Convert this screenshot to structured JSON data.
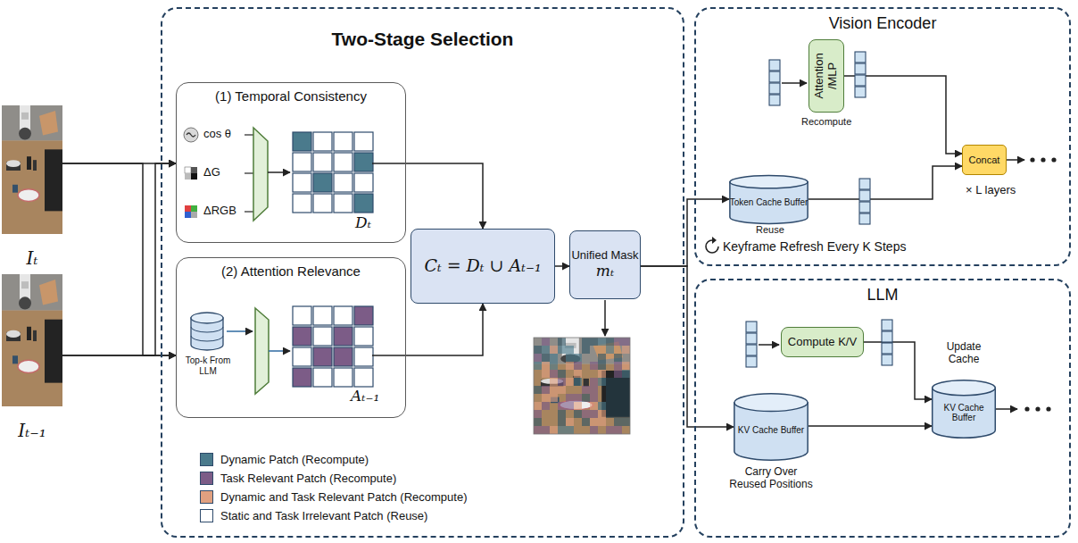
{
  "diagram": {
    "nodes": [
      {
        "text": [
          "Iₜ"
        ]
      },
      {
        "text": [
          "Iₜ₋₁"
        ]
      },
      {
        "text": [
          "Two-Stage Selection"
        ]
      },
      {
        "text": [
          "(1) Temporal Consistency"
        ],
        "in": 2
      },
      {
        "text": [
          "(2) Attention Relevance"
        ],
        "in": 2
      },
      {
        "text": [
          "Cₜ = Dₜ ∪ Aₜ₋₁"
        ],
        "in": 2
      },
      {
        "text": [
          "Unified Mask",
          "mₜ"
        ],
        "in": 2
      },
      {
        "text": [
          "Vision Encoder"
        ]
      },
      {
        "text": [
          "Attention /MLP"
        ],
        "in": 7
      },
      {
        "text": [
          "Token Cache Buffer"
        ],
        "in": 7
      },
      {
        "text": [
          "Concat"
        ],
        "in": 7
      },
      {
        "text": [
          "LLM"
        ]
      },
      {
        "text": [
          "Compute K/V"
        ],
        "in": 11
      },
      {
        "text": [
          "KV Cache Buffer"
        ],
        "in": 11
      },
      {
        "text": [
          "KV Cache Buffer"
        ],
        "in": 11
      }
    ],
    "edges": [
      {
        "from": 0,
        "to": 3,
        "arrow": "to"
      },
      {
        "from": 0,
        "to": 4,
        "arrow": "to"
      },
      {
        "from": 1,
        "to": 3,
        "arrow": "to"
      },
      {
        "from": 1,
        "to": 4,
        "arrow": "to"
      },
      {
        "from": 3,
        "to": 5,
        "arrow": "to"
      },
      {
        "from": 4,
        "to": 5,
        "arrow": "to"
      },
      {
        "from": 5,
        "to": 6,
        "arrow": "to"
      },
      {
        "from": 6,
        "to": 9,
        "arrow": "to"
      },
      {
        "from": 6,
        "to": 14,
        "arrow": "to"
      },
      {
        "from": 8,
        "to": 10,
        "arrow": "to"
      },
      {
        "from": 9,
        "to": 10,
        "arrow": "to"
      },
      {
        "from": 12,
        "to": 13,
        "arrow": "to"
      },
      {
        "from": 14,
        "to": 13,
        "arrow": "to"
      }
    ],
    "labels": [
      "cos θ",
      "ΔG",
      "ΔRGB",
      "Dₜ",
      "Top-k From LLM",
      "Aₜ₋₁",
      "Recompute",
      "Reuse",
      "× L layers",
      "Keyframe Refresh Every K Steps",
      "Update Cache",
      "Carry Over Reused Positions"
    ],
    "legend": [
      {
        "text": "Dynamic Patch (Recompute)",
        "color": "#4a7a8c"
      },
      {
        "text": "Task Relevant Patch (Recompute)",
        "color": "#7c5c87"
      },
      {
        "text": "Dynamic and Task Relevant Patch (Recompute)",
        "color": "#e0a080"
      },
      {
        "text": "Static and Task Irrelevant Patch (Reuse)",
        "color": "#ffffff"
      }
    ]
  }
}
